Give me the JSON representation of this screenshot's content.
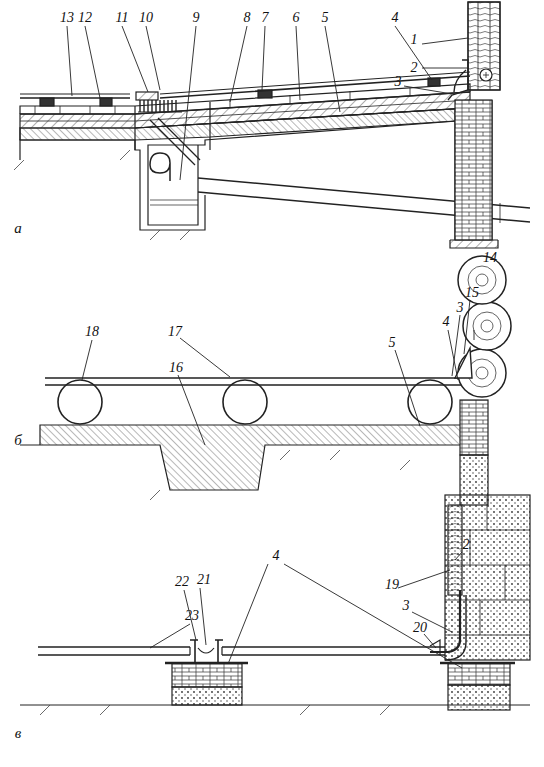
{
  "diagram": {
    "labels": [
      "1",
      "2",
      "3",
      "4",
      "5",
      "6",
      "7",
      "8",
      "9",
      "10",
      "11",
      "12",
      "13",
      "а",
      "14",
      "15",
      "3",
      "4",
      "5",
      "16",
      "17",
      "18",
      "б",
      "2",
      "19",
      "3",
      "20",
      "4",
      "21",
      "22",
      "23",
      "в"
    ]
  }
}
